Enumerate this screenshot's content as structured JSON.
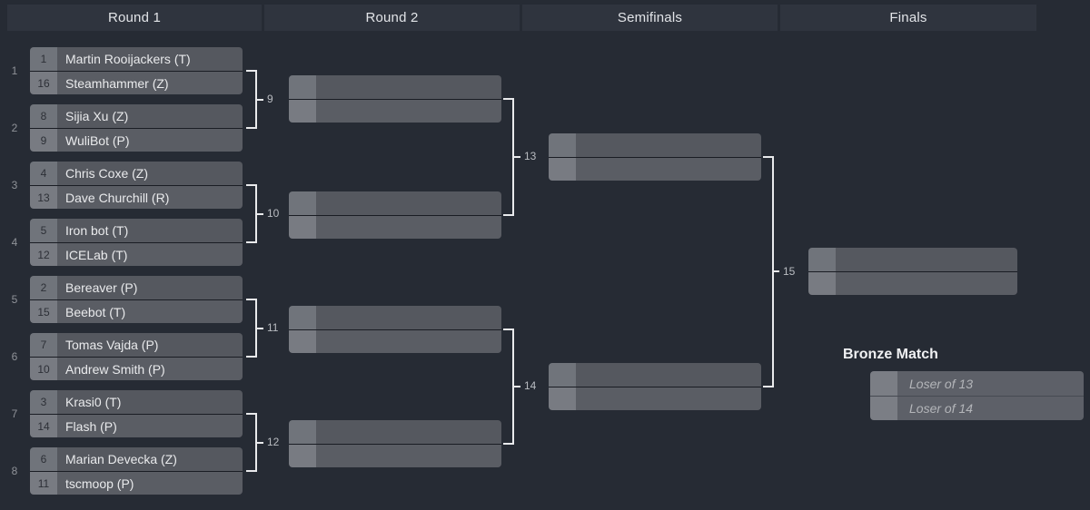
{
  "headers": [
    "Round 1",
    "Round 2",
    "Semifinals",
    "Finals"
  ],
  "row_numbers": [
    "1",
    "2",
    "3",
    "4",
    "5",
    "6",
    "7",
    "8"
  ],
  "match_numbers": [
    "9",
    "10",
    "11",
    "12",
    "13",
    "14",
    "15"
  ],
  "round1": {
    "matches": [
      {
        "players": [
          {
            "seed": "1",
            "name": "Martin Rooijackers (T)"
          },
          {
            "seed": "16",
            "name": "Steamhammer (Z)"
          }
        ]
      },
      {
        "players": [
          {
            "seed": "8",
            "name": "Sijia Xu (Z)"
          },
          {
            "seed": "9",
            "name": "WuliBot (P)"
          }
        ]
      },
      {
        "players": [
          {
            "seed": "4",
            "name": "Chris Coxe (Z)"
          },
          {
            "seed": "13",
            "name": "Dave Churchill (R)"
          }
        ]
      },
      {
        "players": [
          {
            "seed": "5",
            "name": "Iron bot (T)"
          },
          {
            "seed": "12",
            "name": "ICELab (T)"
          }
        ]
      },
      {
        "players": [
          {
            "seed": "2",
            "name": "Bereaver (P)"
          },
          {
            "seed": "15",
            "name": "Beebot (T)"
          }
        ]
      },
      {
        "players": [
          {
            "seed": "7",
            "name": "Tomas Vajda (P)"
          },
          {
            "seed": "10",
            "name": "Andrew Smith (P)"
          }
        ]
      },
      {
        "players": [
          {
            "seed": "3",
            "name": "Krasi0 (T)"
          },
          {
            "seed": "14",
            "name": "Flash (P)"
          }
        ]
      },
      {
        "players": [
          {
            "seed": "6",
            "name": "Marian Devecka (Z)"
          },
          {
            "seed": "11",
            "name": "tscmoop (P)"
          }
        ]
      }
    ]
  },
  "bronze": {
    "title": "Bronze Match",
    "players": [
      "Loser of 13",
      "Loser of 14"
    ]
  },
  "colors": {
    "background": "#262b34",
    "header_bg": "#2f343e",
    "slot_bg": "#55585f",
    "seed_bg": "#70747b",
    "connector": "#e9eaec"
  }
}
